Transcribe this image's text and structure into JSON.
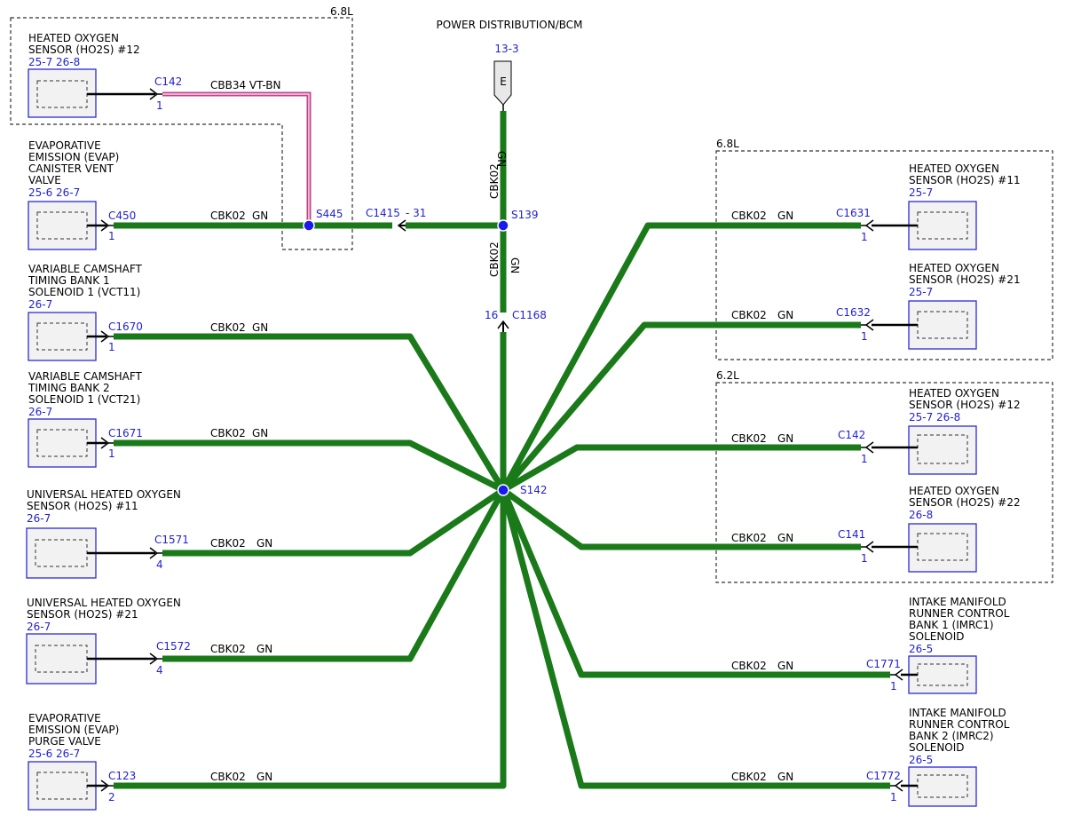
{
  "title": "POWER DISTRIBUTION/BCM",
  "source": {
    "ref": "13-3",
    "letter": "E"
  },
  "splices": {
    "s139": "S139",
    "s142": "S142",
    "s445": "S445"
  },
  "inline": {
    "c1415": "C1415",
    "c1415_pin": "- 31",
    "c1168": "C1168",
    "c1168_pin": "16"
  },
  "zones": {
    "z1": "6.8L",
    "z2": "6.8L",
    "z3": "6.2L"
  },
  "wire": {
    "main": "CBK02",
    "color": "GN",
    "pink": "CBB34  VT-BN"
  },
  "colors": {
    "wire_green": "#1a7a1a",
    "wire_pink": "#c0458c",
    "link_blue": "#1f1fd6"
  },
  "components": {
    "ho2s12_top": {
      "lines": [
        "HEATED OXYGEN",
        "SENSOR (HO2S) #12"
      ],
      "refs": "25-7   26-8",
      "conn": "C142",
      "pin": "1"
    },
    "evap_vent": {
      "lines": [
        "EVAPORATIVE",
        "EMISSION (EVAP)",
        "CANISTER VENT",
        "VALVE"
      ],
      "refs": "25-6   26-7",
      "conn": "C450",
      "pin": "1"
    },
    "vct11": {
      "lines": [
        "VARIABLE CAMSHAFT",
        "TIMING BANK 1",
        "SOLENOID 1 (VCT11)"
      ],
      "refs": "26-7",
      "conn": "C1670",
      "pin": "1"
    },
    "vct21": {
      "lines": [
        "VARIABLE CAMSHAFT",
        "TIMING BANK 2",
        "SOLENOID 1 (VCT21)"
      ],
      "refs": "26-7",
      "conn": "C1671",
      "pin": "1"
    },
    "uho2s11": {
      "lines": [
        "UNIVERSAL HEATED OXYGEN",
        "SENSOR (HO2S) #11"
      ],
      "refs": "26-7",
      "conn": "C1571",
      "pin": "4"
    },
    "uho2s21": {
      "lines": [
        "UNIVERSAL HEATED OXYGEN",
        "SENSOR (HO2S) #21"
      ],
      "refs": "26-7",
      "conn": "C1572",
      "pin": "4"
    },
    "evap_purge": {
      "lines": [
        "EVAPORATIVE",
        "EMISSION (EVAP)",
        "PURGE VALVE"
      ],
      "refs": "25-6   26-7",
      "conn": "C123",
      "pin": "2"
    },
    "ho2s11": {
      "lines": [
        "HEATED OXYGEN",
        "SENSOR (HO2S) #11"
      ],
      "refs": "25-7",
      "conn": "C1631",
      "pin": "1"
    },
    "ho2s21": {
      "lines": [
        "HEATED OXYGEN",
        "SENSOR (HO2S) #21"
      ],
      "refs": "25-7",
      "conn": "C1632",
      "pin": "1"
    },
    "ho2s12_right": {
      "lines": [
        "HEATED OXYGEN",
        "SENSOR (HO2S) #12"
      ],
      "refs": "25-7   26-8",
      "conn": "C142",
      "pin": "1"
    },
    "ho2s22": {
      "lines": [
        "HEATED OXYGEN",
        "SENSOR (HO2S) #22"
      ],
      "refs": "26-8",
      "conn": "C141",
      "pin": "1"
    },
    "imrc1": {
      "lines": [
        "INTAKE MANIFOLD",
        "RUNNER CONTROL",
        "BANK 1 (IMRC1)",
        "SOLENOID"
      ],
      "refs": "26-5",
      "conn": "C1771",
      "pin": "1"
    },
    "imrc2": {
      "lines": [
        "INTAKE MANIFOLD",
        "RUNNER CONTROL",
        "BANK 2 (IMRC2)",
        "SOLENOID"
      ],
      "refs": "26-5",
      "conn": "C1772",
      "pin": "1"
    }
  }
}
